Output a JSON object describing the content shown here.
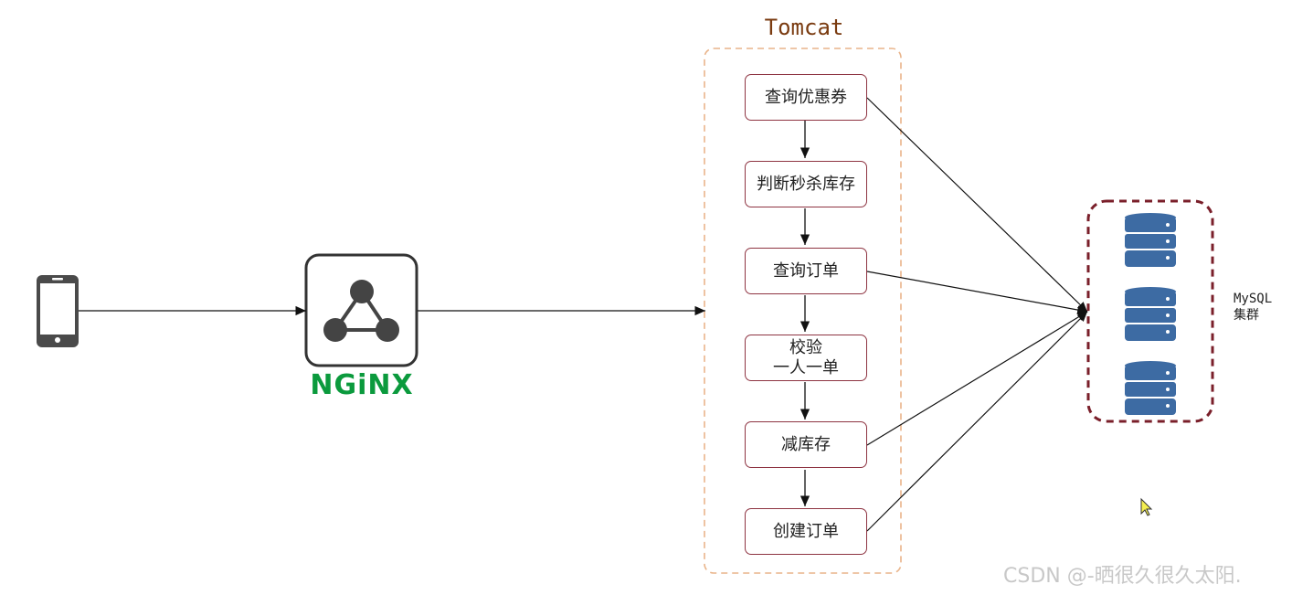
{
  "tomcat": {
    "title": "Tomcat"
  },
  "steps": [
    {
      "label": "查询优惠券"
    },
    {
      "label": "判断秒杀库存"
    },
    {
      "label": "查询订单"
    },
    {
      "label": "校验\n一人一单"
    },
    {
      "label": "减库存"
    },
    {
      "label": "创建订单"
    }
  ],
  "nginx": {
    "label": "NGiNX"
  },
  "mysql": {
    "label": "MySQL\n集群"
  },
  "watermark": "CSDN @-晒很久很久太阳.",
  "colors": {
    "tomcat_border": "#e9b48a",
    "step_border": "#8e3442",
    "cluster_border": "#7a1f2a",
    "db_blue": "#3d6ba3",
    "nginx_green": "#0b9a3d",
    "arrow": "#111111"
  },
  "icons": {
    "client": "smartphone-icon",
    "proxy": "nginx-triangle-icon",
    "database": "database-stack-icon",
    "cursor": "mouse-cursor-icon"
  }
}
